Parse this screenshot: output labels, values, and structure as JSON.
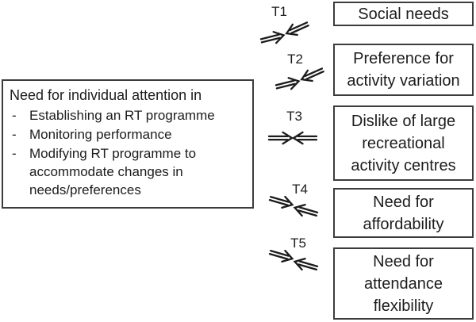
{
  "colors": {
    "ink": "#1c1c1c",
    "box_border": "#3c3c3c",
    "background": "#ffffff"
  },
  "diagram": {
    "left_box": {
      "title": "Need for individual attention in",
      "bullets": [
        {
          "marker": "-",
          "text": "Establishing an RT programme"
        },
        {
          "marker": "-",
          "text": "Monitoring performance"
        },
        {
          "marker": "-",
          "text": "Modifying RT programme to accommodate changes in needs/preferences"
        }
      ]
    },
    "links": [
      {
        "label": "T1",
        "arrows": "converging-double-arrows-up",
        "target": "Social needs"
      },
      {
        "label": "T2",
        "arrows": "converging-double-arrows-up",
        "target": "Preference for\nactivity variation"
      },
      {
        "label": "T3",
        "arrows": "converging-double-arrows-horizontal",
        "target": "Dislike of large\nrecreational\nactivity centres"
      },
      {
        "label": "T4",
        "arrows": "converging-double-arrows-down",
        "target": "Need for\naffordability"
      },
      {
        "label": "T5",
        "arrows": "converging-double-arrows-down",
        "target": "Need for\nattendance\nflexibility"
      }
    ]
  }
}
